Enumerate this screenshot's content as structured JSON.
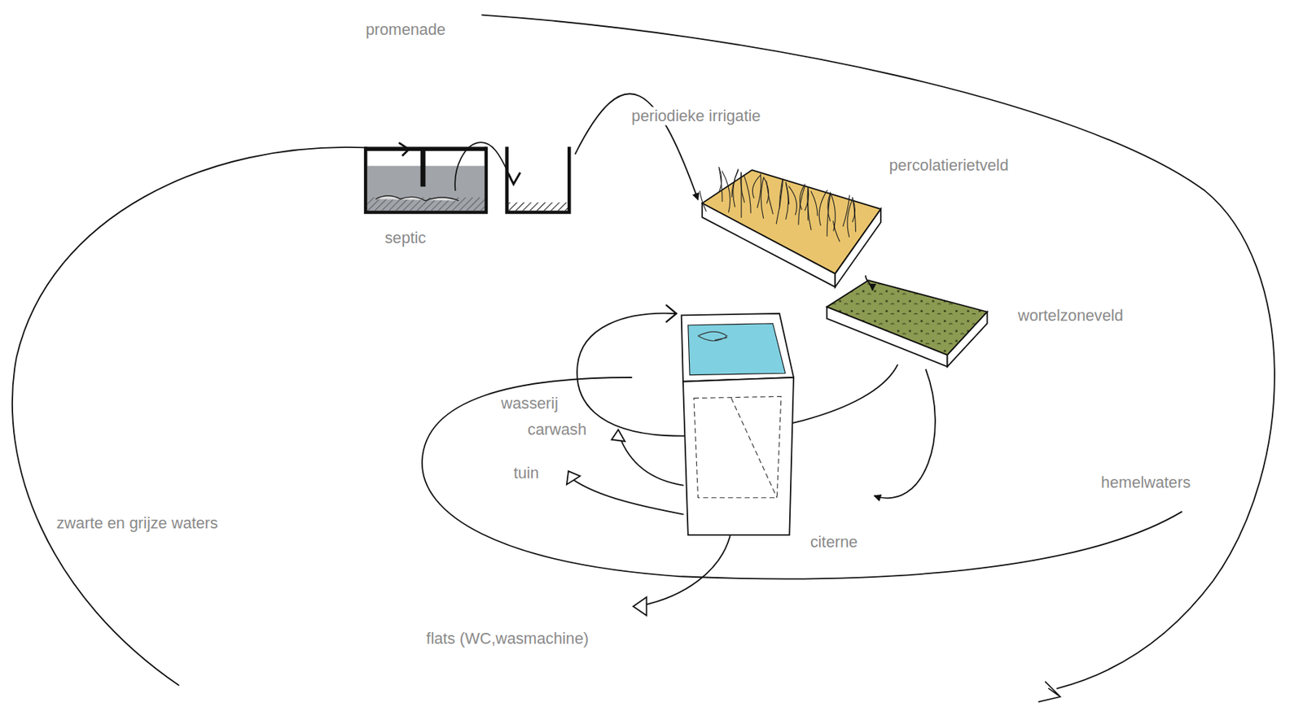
{
  "diagram": {
    "nodes": [
      {
        "text": [
          "septic"
        ]
      },
      {
        "text": [
          "percolatierietveld"
        ]
      },
      {
        "text": [
          "wortelzoneveld"
        ]
      },
      {
        "text": [
          "citerne"
        ]
      }
    ],
    "edges": [
      {
        "from": 0,
        "to": 1,
        "arrow": "to",
        "label": "periodieke irrigatie"
      },
      {
        "from": 1,
        "to": 2,
        "arrow": "to"
      },
      {
        "from": 2,
        "to": 3,
        "arrow": "to"
      }
    ],
    "labels": [
      "promenade",
      "wasserij",
      "carwash",
      "tuin",
      "flats (WC,wasmachine)",
      "zwarte en grijze waters",
      "hemelwaters"
    ]
  }
}
